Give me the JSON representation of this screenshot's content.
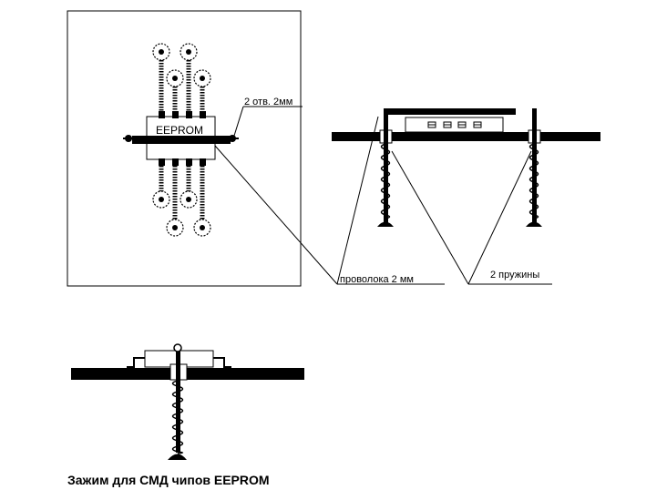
{
  "diagram": {
    "chip_label": "EEPROM",
    "holes_label": "2 отв. 2мм",
    "wire_label": "проволока 2 мм",
    "springs_label": "2 пружины",
    "caption": "Зажим для СМД чипов EEPROM"
  }
}
